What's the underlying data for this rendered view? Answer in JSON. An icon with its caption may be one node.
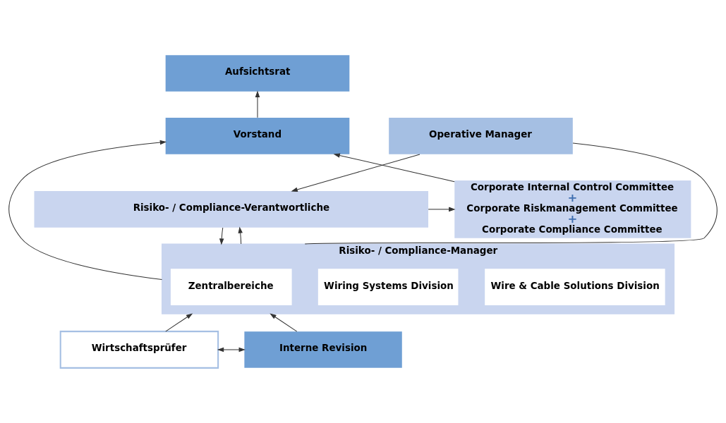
{
  "diagram": {
    "nodes": [
      {
        "text": [
          "Aufsichtsrat"
        ]
      },
      {
        "text": [
          "Vorstand"
        ]
      },
      {
        "text": [
          "Operative Manager"
        ]
      },
      {
        "text": [
          "Risiko- / Compliance-Verantwortliche"
        ]
      },
      {
        "text": [
          "Corporate Internal Control Committee",
          "+",
          "Corporate Riskmanagement Committee",
          "+",
          "Corporate Compliance Committee"
        ]
      },
      {
        "text": [
          "Risiko- / Compliance-Manager"
        ]
      },
      {
        "text": [
          "Zentralbereiche"
        ],
        "in": 5
      },
      {
        "text": [
          "Wiring Systems Division"
        ],
        "in": 5
      },
      {
        "text": [
          "Wire & Cable Solutions Division"
        ],
        "in": 5
      },
      {
        "text": [
          "Wirtschaftsprüfer"
        ]
      },
      {
        "text": [
          "Interne Revision"
        ]
      }
    ],
    "edges": [
      {
        "from": 1,
        "to": 0,
        "arrow": "to"
      },
      {
        "from": 2,
        "to": 3,
        "arrow": "to"
      },
      {
        "from": 3,
        "to": 5,
        "arrow": "to"
      },
      {
        "from": 5,
        "to": 3,
        "arrow": "to"
      },
      {
        "from": 5,
        "to": 1,
        "arrow": "to"
      },
      {
        "from": 4,
        "to": 1,
        "arrow": "to"
      },
      {
        "from": 3,
        "to": 4,
        "arrow": "to"
      },
      {
        "from": 2,
        "to": 5,
        "arrow": "none"
      },
      {
        "from": 9,
        "to": 5,
        "arrow": "to"
      },
      {
        "from": 10,
        "to": 5,
        "arrow": "to"
      },
      {
        "from": 9,
        "to": 10,
        "arrow": "both"
      }
    ]
  }
}
